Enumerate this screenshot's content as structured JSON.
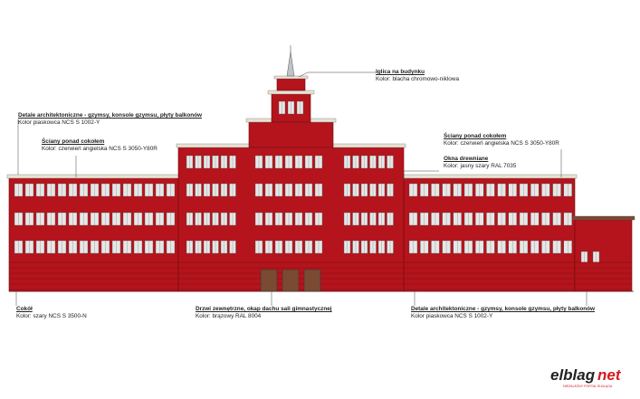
{
  "annotations": [
    {
      "id": "spire",
      "title": "Iglica na budynku",
      "detail": "Kolor: blacha chromowo-niklowa"
    },
    {
      "id": "arch-top-left",
      "title": "Detale architektoniczne - gzymsy, konsole gzymsu, płyty balkonów",
      "detail": "Kolor piaskowca      NCS S 1002-Y"
    },
    {
      "id": "walls-left",
      "title": "Ściany ponad cokołem",
      "detail": "Kolor: czerwień angielska     NCS S 3050-Y80R"
    },
    {
      "id": "walls-right",
      "title": "Ściany ponad cokołem",
      "detail": "Kolor: czerwień angielska     NCS S 3050-Y80R"
    },
    {
      "id": "windows",
      "title": "Okna drewniane",
      "detail": "Kolor: jasny szary        RAL 7035"
    },
    {
      "id": "plinth",
      "title": "Cokół",
      "detail": "Kolor: szary   NCS S 3500-N"
    },
    {
      "id": "doors",
      "title": "Drzwi zewnętrzne, okap dachu sali gimnastycznej",
      "detail": "Kolor: brązowy        RAL 8004"
    },
    {
      "id": "arch-bottom-right",
      "title": "Detale architektoniczne - gzymsy, konsole gzymsu, płyty balkonów",
      "detail": "Kolor piaskowca      NCS S 1002-Y"
    }
  ],
  "logo": {
    "text_main": "elblag",
    "text_accent": "net",
    "tagline": "NIEZALEŻNY PORTAL ELBLĄGA"
  },
  "colors": {
    "wall": "#b5141c",
    "wall_dark": "#8e0f15",
    "window": "#e6e6e6",
    "frame": "#555555",
    "door": "#7a4a33",
    "cornice": "#e8e2d4",
    "accent": "#d71920"
  }
}
